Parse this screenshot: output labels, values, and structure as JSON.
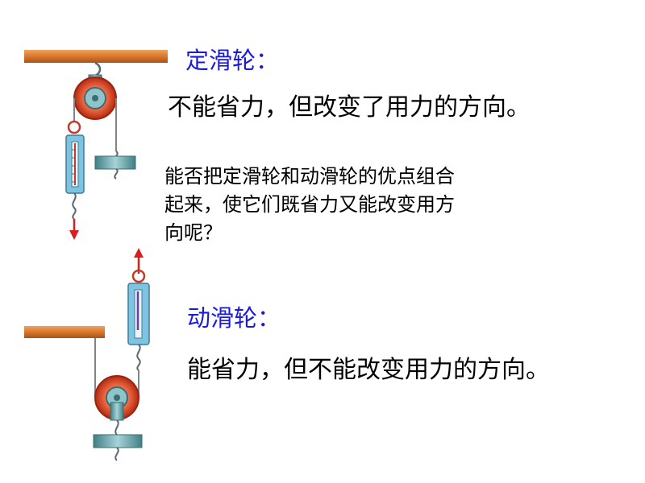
{
  "fixed_pulley": {
    "title": "定滑轮：",
    "description": "不能省力，但改变了用力的方向。"
  },
  "question": {
    "line1": "能否把定滑轮和动滑轮的优点组合",
    "line2": "起来，使它们既省力又能改变用方",
    "line3": "向呢？"
  },
  "movable_pulley": {
    "title": "动滑轮：",
    "description": "能省力，但不能改变用力的方向。"
  },
  "colors": {
    "title_blue": "#1a1adf",
    "wood": "#d9782e",
    "pulley_red": "#d53a1f",
    "metal_teal": "#5e9ea0",
    "arrow_red": "#d81e1e"
  }
}
